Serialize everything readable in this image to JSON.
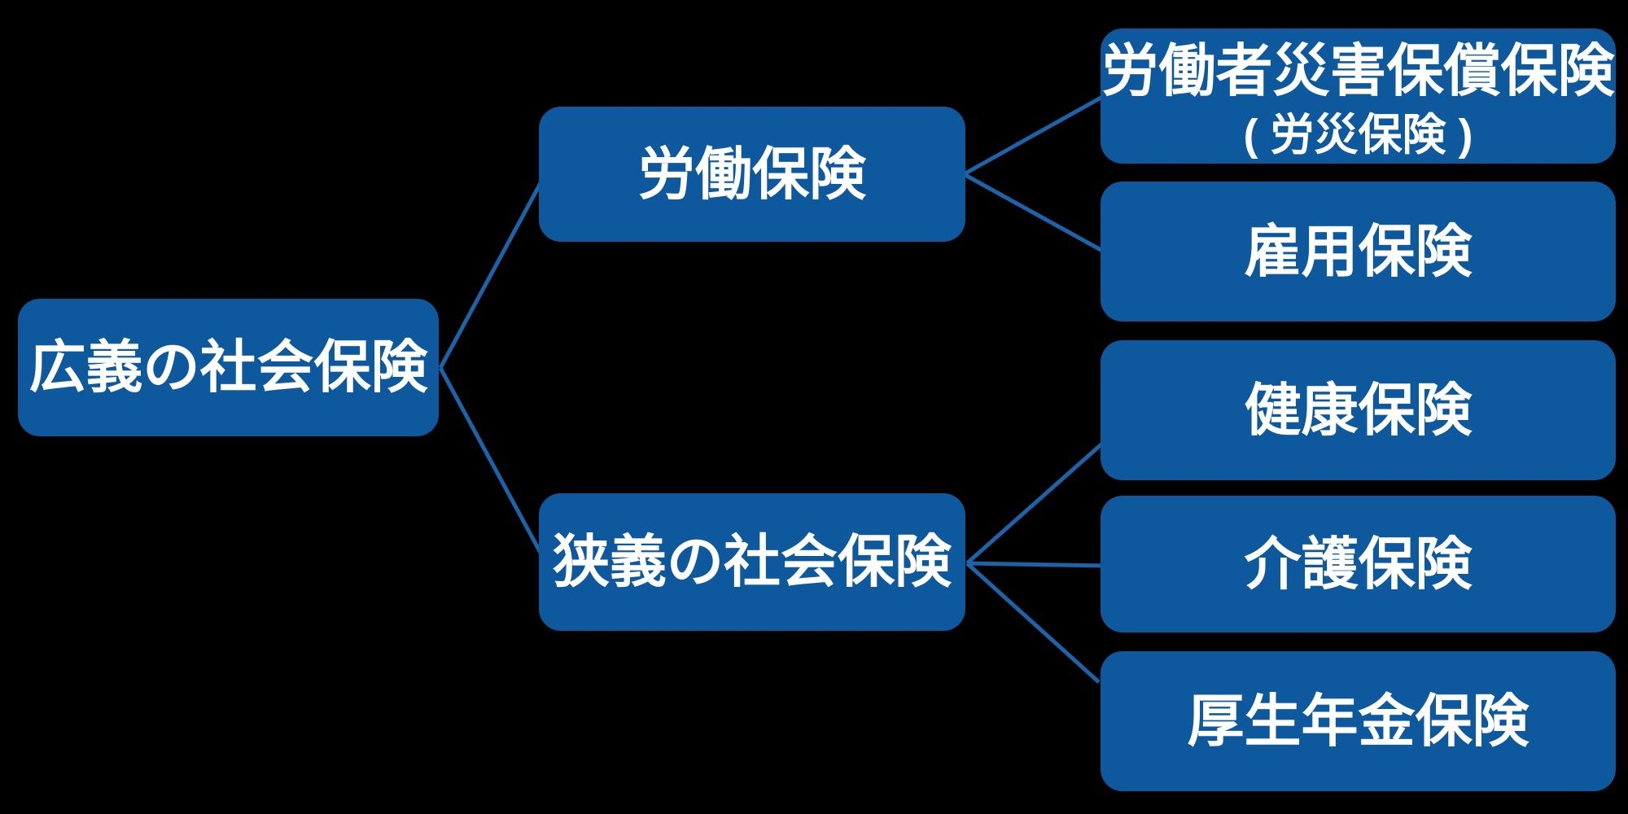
{
  "colors": {
    "background": "#000000",
    "box_fill": "#0e589e",
    "line": "#1d63a8",
    "text": "#ffffff"
  },
  "nodes": {
    "root": {
      "label": "広義の社会保険"
    },
    "labor": {
      "label": "労働保険"
    },
    "narrow": {
      "label": "狭義の社会保険"
    },
    "rosai": {
      "label": "労働者災害保償保険",
      "sublabel": "( 労災保険 )"
    },
    "koyo": {
      "label": "雇用保険"
    },
    "kenko": {
      "label": "健康保険"
    },
    "kaigo": {
      "label": "介護保険"
    },
    "kosei": {
      "label": "厚生年金保険"
    }
  }
}
